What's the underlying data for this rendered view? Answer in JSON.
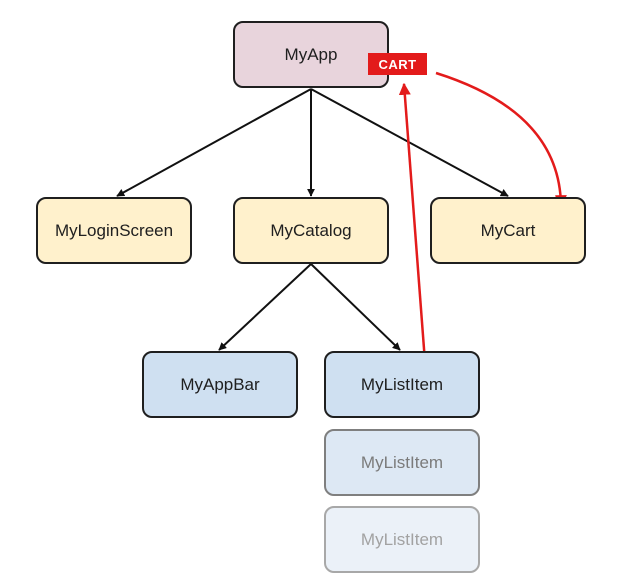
{
  "nodes": {
    "root": "MyApp",
    "login": "MyLoginScreen",
    "catalog": "MyCatalog",
    "cart": "MyCart",
    "appbar": "MyAppBar",
    "list_items": [
      "MyListItem",
      "MyListItem",
      "MyListItem"
    ]
  },
  "badge": "CART",
  "colors": {
    "root_fill": "#e8d4dc",
    "mid_fill": "#fff1cc",
    "leaf_fill": "#cfe0f1",
    "accent": "#e31b1b"
  }
}
